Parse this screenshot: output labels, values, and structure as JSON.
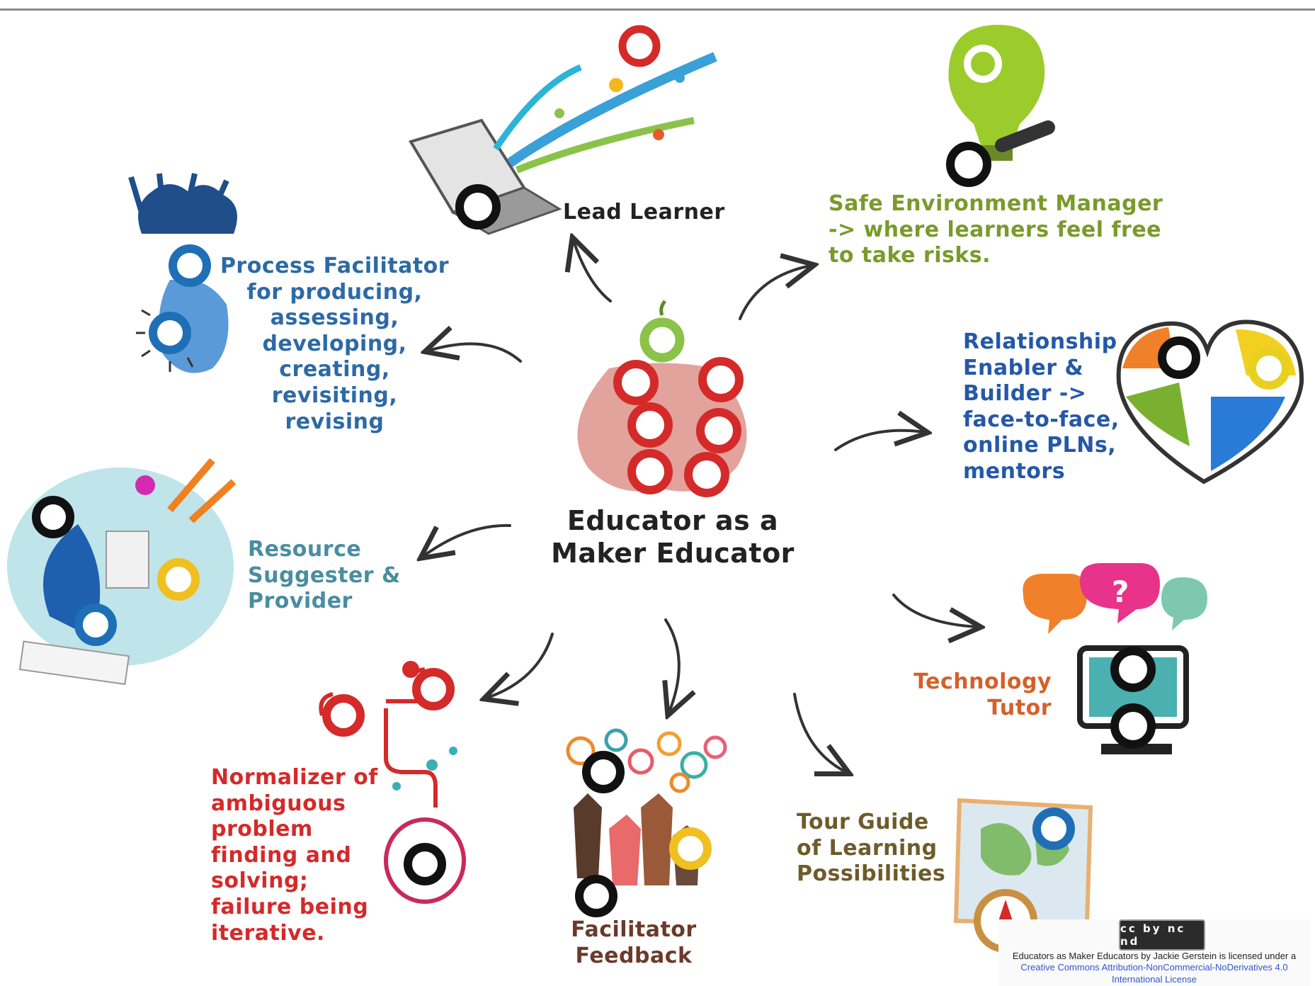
{
  "center": {
    "label": "Educator as a\nMaker Educator"
  },
  "roles": {
    "lead_learner": "Lead Learner",
    "safe_environment": "Safe Environment Manager\n-> where learners feel free\nto take risks.",
    "process_facilitator": "Process Facilitator\nfor producing,\nassessing,\ndeveloping,\ncreating,\nrevisiting,\nrevising",
    "relationship": "Relationship\nEnabler &\nBuilder ->\nface-to-face,\nonline PLNs,\nmentors",
    "resource": "Resource\nSuggester &\nProvider",
    "technology": "Technology\nTutor",
    "normalizer": "Normalizer of\nambiguous\nproblem\nfinding and\nsolving;\nfailure being\niterative.",
    "feedback": "Facilitator\nFeedback",
    "tour_guide": "Tour Guide\nof Learning\nPossibilities"
  },
  "license": {
    "badge": "cc by nc nd",
    "text_prefix": "Educators as Maker Educators by Jackie Gerstein is licensed under a ",
    "link": "Creative Commons Attribution-NonCommercial-NoDerivatives 4.0 International License"
  },
  "colors": {
    "accent_red": "#d42a2a",
    "accent_blue": "#2c6aa6",
    "accent_green": "#7a9a2a",
    "accent_orange": "#d4612a",
    "ring_dark": "#111111"
  },
  "icons": [
    "apple-ring-icon",
    "laptop-splash-icon",
    "lightbulb-icon",
    "tree-head-icon",
    "heart-puzzle-icon",
    "globe-devices-icon",
    "speech-bubbles-computer-icon",
    "red-pipes-icon",
    "raised-hands-icon",
    "map-compass-icon"
  ]
}
